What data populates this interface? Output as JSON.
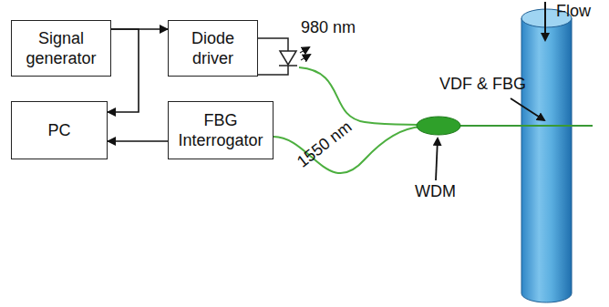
{
  "diagram": {
    "nodes": [
      {
        "text": [
          "Signal generator"
        ]
      },
      {
        "text": [
          "Diode driver"
        ]
      },
      {
        "text": [
          "PC"
        ]
      },
      {
        "text": [
          "FBG Interrogator"
        ]
      }
    ],
    "edges": [
      {
        "from": 0,
        "to": 1,
        "arrow": "to"
      },
      {
        "from": 0,
        "to": 2,
        "arrow": "to"
      },
      {
        "from": 3,
        "to": 2,
        "arrow": "to"
      }
    ],
    "labels": [
      "980 nm",
      "VDF & FBG",
      "1550 nm",
      "WDM",
      "Flow"
    ]
  }
}
